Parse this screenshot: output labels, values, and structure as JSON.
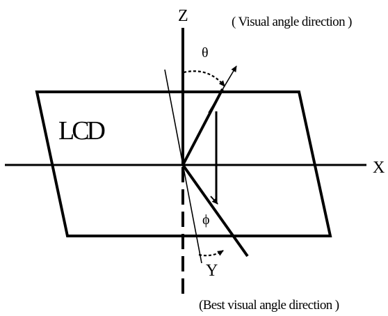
{
  "labels": {
    "z_axis": "Z",
    "x_axis": "X",
    "y_axis": "Y",
    "theta": "θ",
    "phi": "ϕ",
    "panel": "LCD",
    "visual_direction": "( Visual angle direction )",
    "best_direction": "(Best visual angle direction )"
  },
  "colors": {
    "ink": "#000000",
    "background": "#ffffff"
  }
}
